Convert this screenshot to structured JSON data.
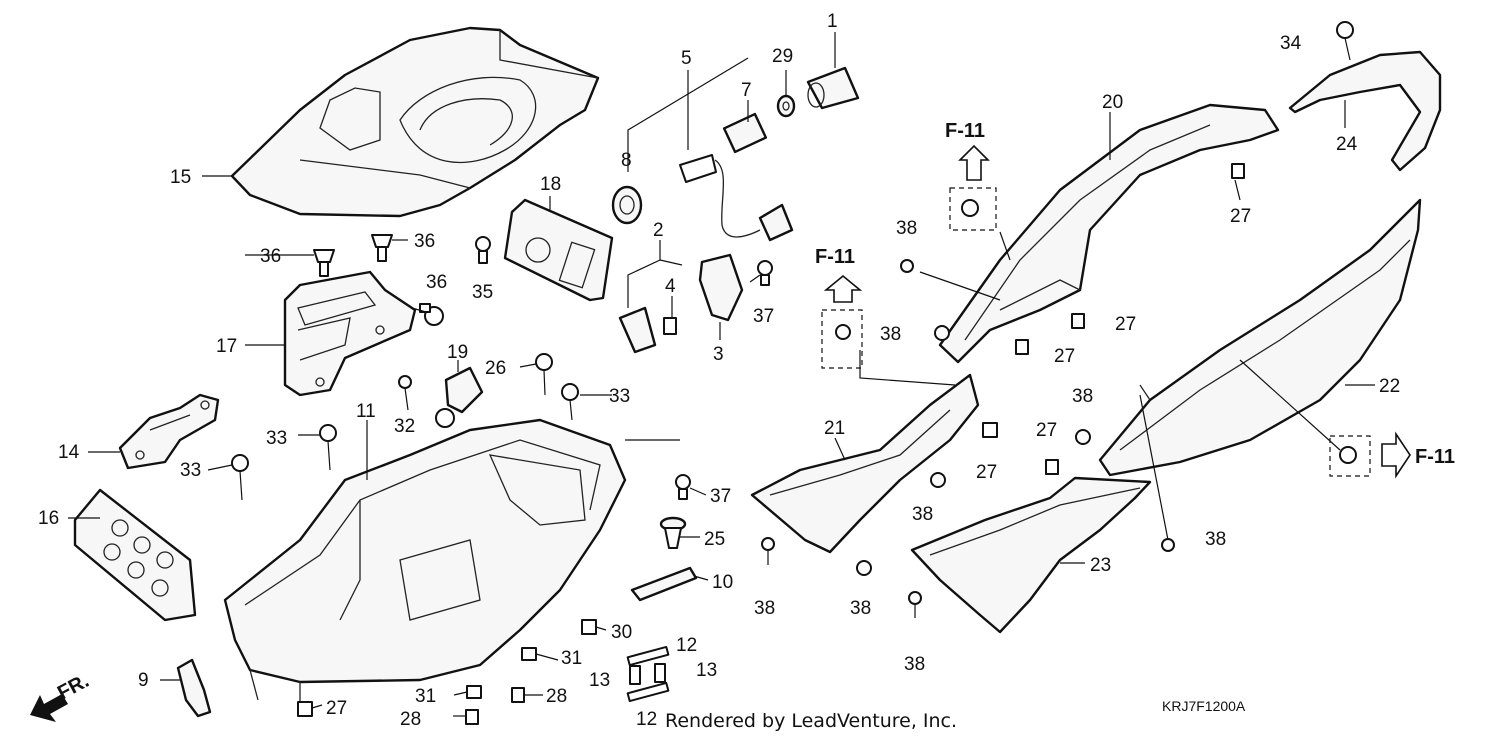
{
  "callouts": [
    {
      "id": "c1",
      "label": "1"
    },
    {
      "id": "c2",
      "label": "2"
    },
    {
      "id": "c3",
      "label": "3"
    },
    {
      "id": "c4",
      "label": "4"
    },
    {
      "id": "c5",
      "label": "5"
    },
    {
      "id": "c7",
      "label": "7"
    },
    {
      "id": "c8",
      "label": "8"
    },
    {
      "id": "c9",
      "label": "9"
    },
    {
      "id": "c10",
      "label": "10"
    },
    {
      "id": "c11",
      "label": "11"
    },
    {
      "id": "c12a",
      "label": "12"
    },
    {
      "id": "c12b",
      "label": "12"
    },
    {
      "id": "c13a",
      "label": "13"
    },
    {
      "id": "c13b",
      "label": "13"
    },
    {
      "id": "c14",
      "label": "14"
    },
    {
      "id": "c15",
      "label": "15"
    },
    {
      "id": "c16",
      "label": "16"
    },
    {
      "id": "c17",
      "label": "17"
    },
    {
      "id": "c18",
      "label": "18"
    },
    {
      "id": "c19",
      "label": "19"
    },
    {
      "id": "c20",
      "label": "20"
    },
    {
      "id": "c21",
      "label": "21"
    },
    {
      "id": "c22",
      "label": "22"
    },
    {
      "id": "c23",
      "label": "23"
    },
    {
      "id": "c24",
      "label": "24"
    },
    {
      "id": "c25",
      "label": "25"
    },
    {
      "id": "c26",
      "label": "26"
    },
    {
      "id": "c27a",
      "label": "27"
    },
    {
      "id": "c27b",
      "label": "27"
    },
    {
      "id": "c27c",
      "label": "27"
    },
    {
      "id": "c27d",
      "label": "27"
    },
    {
      "id": "c27e",
      "label": "27"
    },
    {
      "id": "c27f",
      "label": "27"
    },
    {
      "id": "c28a",
      "label": "28"
    },
    {
      "id": "c28b",
      "label": "28"
    },
    {
      "id": "c29",
      "label": "29"
    },
    {
      "id": "c30",
      "label": "30"
    },
    {
      "id": "c31a",
      "label": "31"
    },
    {
      "id": "c31b",
      "label": "31"
    },
    {
      "id": "c32",
      "label": "32"
    },
    {
      "id": "c33a",
      "label": "33"
    },
    {
      "id": "c33b",
      "label": "33"
    },
    {
      "id": "c33c",
      "label": "33"
    },
    {
      "id": "c34",
      "label": "34"
    },
    {
      "id": "c35",
      "label": "35"
    },
    {
      "id": "c36a",
      "label": "36"
    },
    {
      "id": "c36b",
      "label": "36"
    },
    {
      "id": "c36c",
      "label": "36"
    },
    {
      "id": "c37a",
      "label": "37"
    },
    {
      "id": "c37b",
      "label": "37"
    },
    {
      "id": "c38a",
      "label": "38"
    },
    {
      "id": "c38b",
      "label": "38"
    },
    {
      "id": "c38c",
      "label": "38"
    },
    {
      "id": "c38d",
      "label": "38"
    },
    {
      "id": "c38e",
      "label": "38"
    },
    {
      "id": "c38f",
      "label": "38"
    },
    {
      "id": "c38g",
      "label": "38"
    },
    {
      "id": "c38h",
      "label": "38"
    }
  ],
  "refs": {
    "f11_a": "F-11",
    "f11_b": "F-11",
    "f11_c": "F-11"
  },
  "direction_label": "FR.",
  "diagram_code": "KRJ7F1200A",
  "credit": "Rendered by LeadVenture, Inc."
}
